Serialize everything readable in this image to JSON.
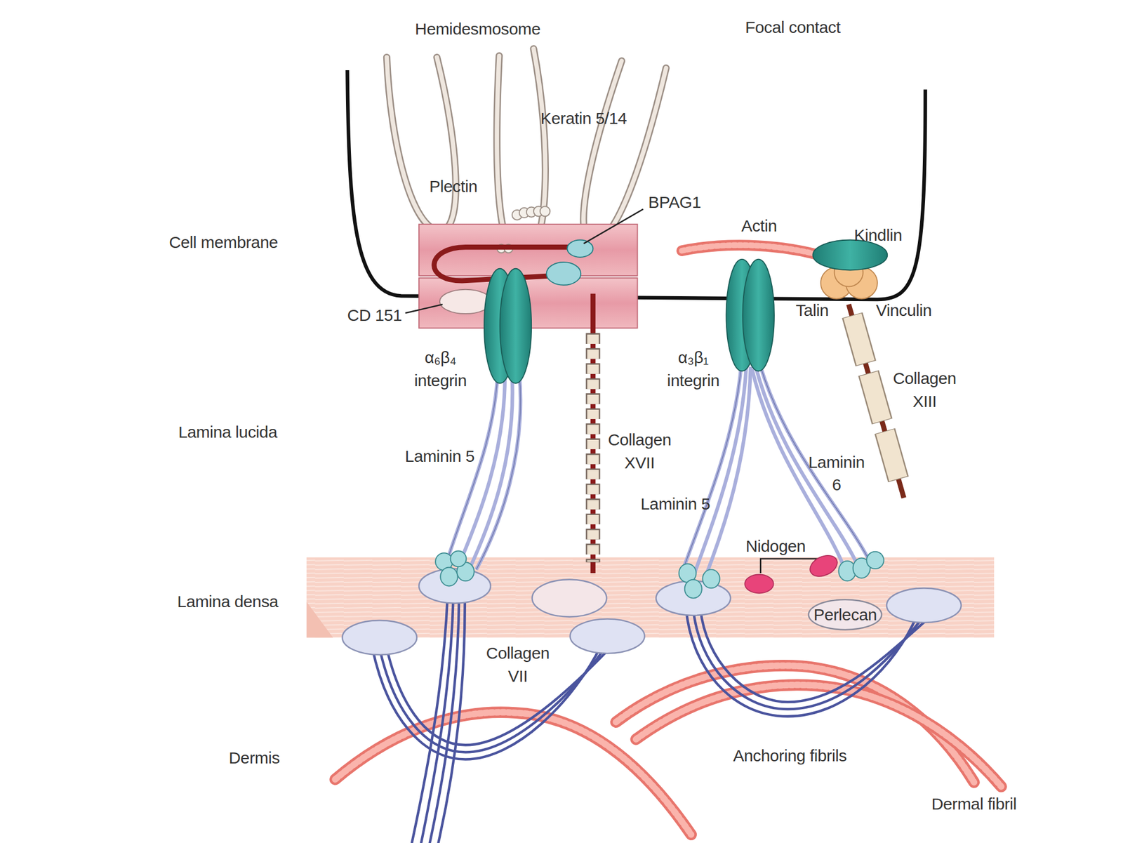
{
  "diagram": {
    "nodes": [
      {
        "text": [
          "Perlecan"
        ]
      }
    ],
    "labels": [
      "Hemidesmosome",
      "Focal contact",
      "Keratin 5/14",
      "Plectin",
      "BPAG1",
      "Actin",
      "Kindlin",
      "Cell membrane",
      "CD 151",
      "Talin",
      "Vinculin",
      "α₆β₄ integrin",
      "α₃β₁ integrin",
      "Collagen XIII",
      "Lamina lucida",
      "Laminin 5",
      "Collagen XVII",
      "Laminin 6",
      "Laminin 5",
      "Nidogen",
      "Lamina densa",
      "Collagen VII",
      "Dermis",
      "Anchoring fibrils",
      "Dermal fibril"
    ]
  }
}
